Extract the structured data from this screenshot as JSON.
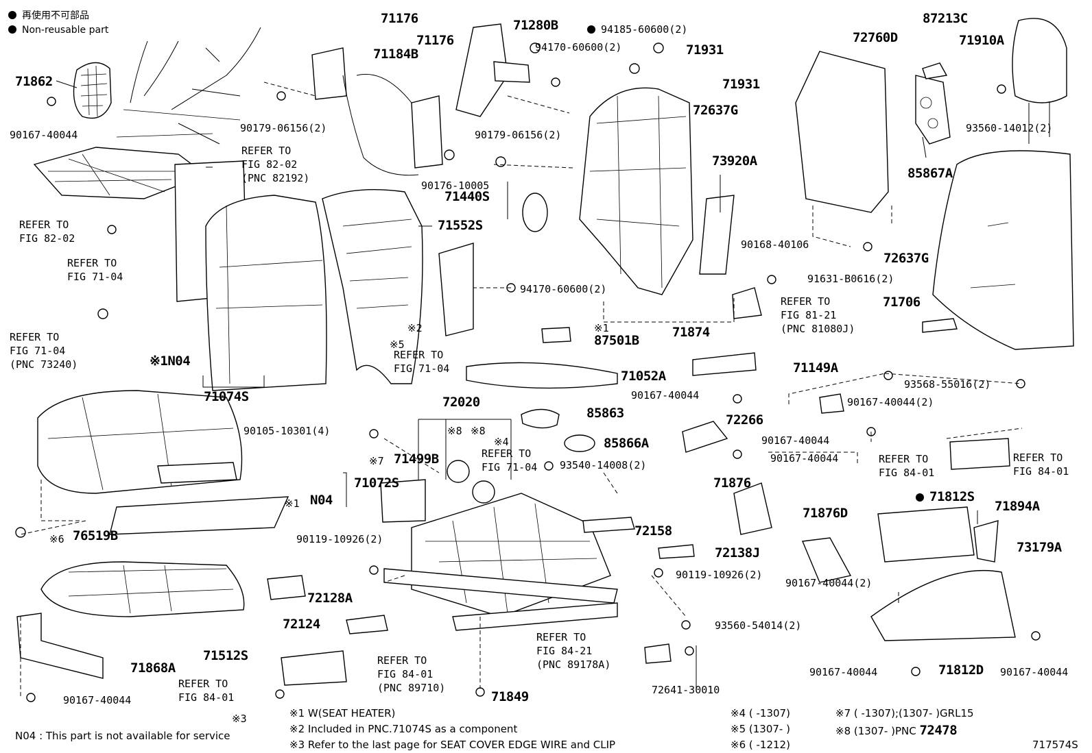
{
  "legend": {
    "line1": "再使用不可部品",
    "line2": "Non-reusable part"
  },
  "labels": {
    "p71862": "71862",
    "p90167_40044_a": "90167-40044",
    "refer_82_02_pnc": "REFER TO\nFIG 82-02\n(PNC 82192)",
    "refer_82_02": "REFER TO\nFIG 82-02",
    "refer_71_04_a": "REFER TO\nFIG 71-04",
    "refer_71_04_pnc": "REFER TO\nFIG 71-04\n(PNC 73240)",
    "n04_a": "※1N04",
    "p71074s": "71074S",
    "p71176_a": "71176",
    "p71176_b": "71176",
    "p71184b": "71184B",
    "p90179_06156_a": "90179-06156(2)",
    "p90176_10005": "90176-10005",
    "p71280b": "71280B",
    "p94185": "94185-60600(2)",
    "p94170_a": "94170-60600(2)",
    "p90179_06156_b": "90179-06156(2)",
    "p71440s": "71440S",
    "p71552s": "71552S",
    "p94170_b": "94170-60600(2)",
    "p71931_a": "71931",
    "p71931_b": "71931",
    "p72637g_a": "72637G",
    "p73920a": "73920A",
    "p90168": "90168-40106",
    "refer_81_21": "REFER TO\nFIG 81-21\n(PNC 81080J)",
    "p72760d": "72760D",
    "p87213c": "87213C",
    "p71910a": "71910A",
    "p93560_14012": "93560-14012(2)",
    "p85867a": "85867A",
    "p72637g_b": "72637G",
    "p91631": "91631-B0616(2)",
    "p71706": "71706",
    "mark2": "※2",
    "mark5": "※5",
    "refer_71_04_b": "REFER TO\nFIG 71-04",
    "mark1_87501b": "※1",
    "p87501b": "87501B",
    "p71052a": "71052A",
    "p71874": "71874",
    "p90167_40044_b": "90167-40044",
    "p71149a": "71149A",
    "p90167_40044_c": "90167-40044(2)",
    "p93568": "93568-55016(2)",
    "p72020": "72020",
    "p85863": "85863",
    "p85866a": "85866A",
    "p93540": "93540-14008(2)",
    "p72266": "72266",
    "p90167_40044_d": "90167-40044",
    "p90167_40044_e": "90167-40044",
    "refer_84_01_a": "REFER TO\nFIG 84-01",
    "refer_84_01_b": "REFER TO\nFIG 84-01",
    "p90105": "90105-10301(4)",
    "mark8_a": "※8",
    "mark8_b": "※8",
    "mark4": "※4",
    "refer_71_04_c": "REFER TO\nFIG 71-04",
    "mark7_71499b": "※7",
    "p71499b": "71499B",
    "p71072s": "71072S",
    "n04_b": "※1",
    "n04_b2": "N04",
    "p76519b": "76519B",
    "mark6": "※6",
    "p71876": "71876",
    "p71876d": "71876D",
    "p71812s": "71812S",
    "p71894a": "71894A",
    "p73179a": "73179A",
    "p72158": "72158",
    "p72138j": "72138J",
    "p90119_a": "90119-10926(2)",
    "p90119_b": "90119-10926(2)",
    "p72128a": "72128A",
    "p90167_40044_f": "90167-40044(2)",
    "p93560_54014": "93560-54014(2)",
    "p71512s": "71512S",
    "p72124": "72124",
    "refer_84_21": "REFER TO\nFIG 84-21\n(PNC 89178A)",
    "p90167_40044_g": "90167-40044",
    "p71812d": "71812D",
    "p90167_40044_h": "90167-40044",
    "p71868a": "71868A",
    "refer_84_01_pnc": "REFER TO\nFIG 84-01\n(PNC 89710)",
    "refer_84_01_c": "REFER TO\nFIG 84-01",
    "p90167_40044_i": "90167-40044",
    "p71849": "71849",
    "p72641": "72641-30010",
    "mark3": "※3"
  },
  "notes": {
    "n1": "※1  W(SEAT  HEATER)",
    "n2": "※2  Included  in  PNC.71074S  as  a  component",
    "n3": "※3 Refer  to  the  last  page  for  SEAT  COVER  EDGE  WIRE  and  CLIP",
    "n04": "N04 : This part is not available for service",
    "r4": "※4 (      -1307)",
    "r5": "※5 (1307-      )",
    "r6": "※6 (      -1212)",
    "r7": "※7 (      -1307);(1307-      )GRL15",
    "r8a": "※8 (1307-      )PNC",
    "r8b": "72478",
    "code": "717574S"
  }
}
